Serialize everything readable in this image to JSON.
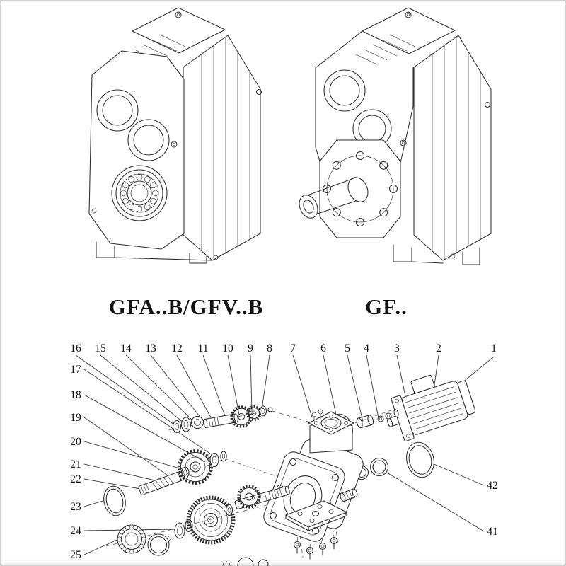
{
  "figures": {
    "left": {
      "label": "GFA..B/GFV..B"
    },
    "right": {
      "label": "GF.."
    }
  },
  "exploded": {
    "top_numbers": [
      "16",
      "15",
      "14",
      "13",
      "12",
      "11",
      "10",
      "9",
      "8",
      "7",
      "6",
      "5",
      "4",
      "3",
      "2",
      "1"
    ],
    "left_numbers": [
      "17",
      "18",
      "19",
      "20",
      "21",
      "22",
      "23",
      "24",
      "25"
    ],
    "right_numbers": [
      "42",
      "41"
    ]
  },
  "colors": {
    "line": "#2c2c2c",
    "paper": "#ffffff"
  }
}
